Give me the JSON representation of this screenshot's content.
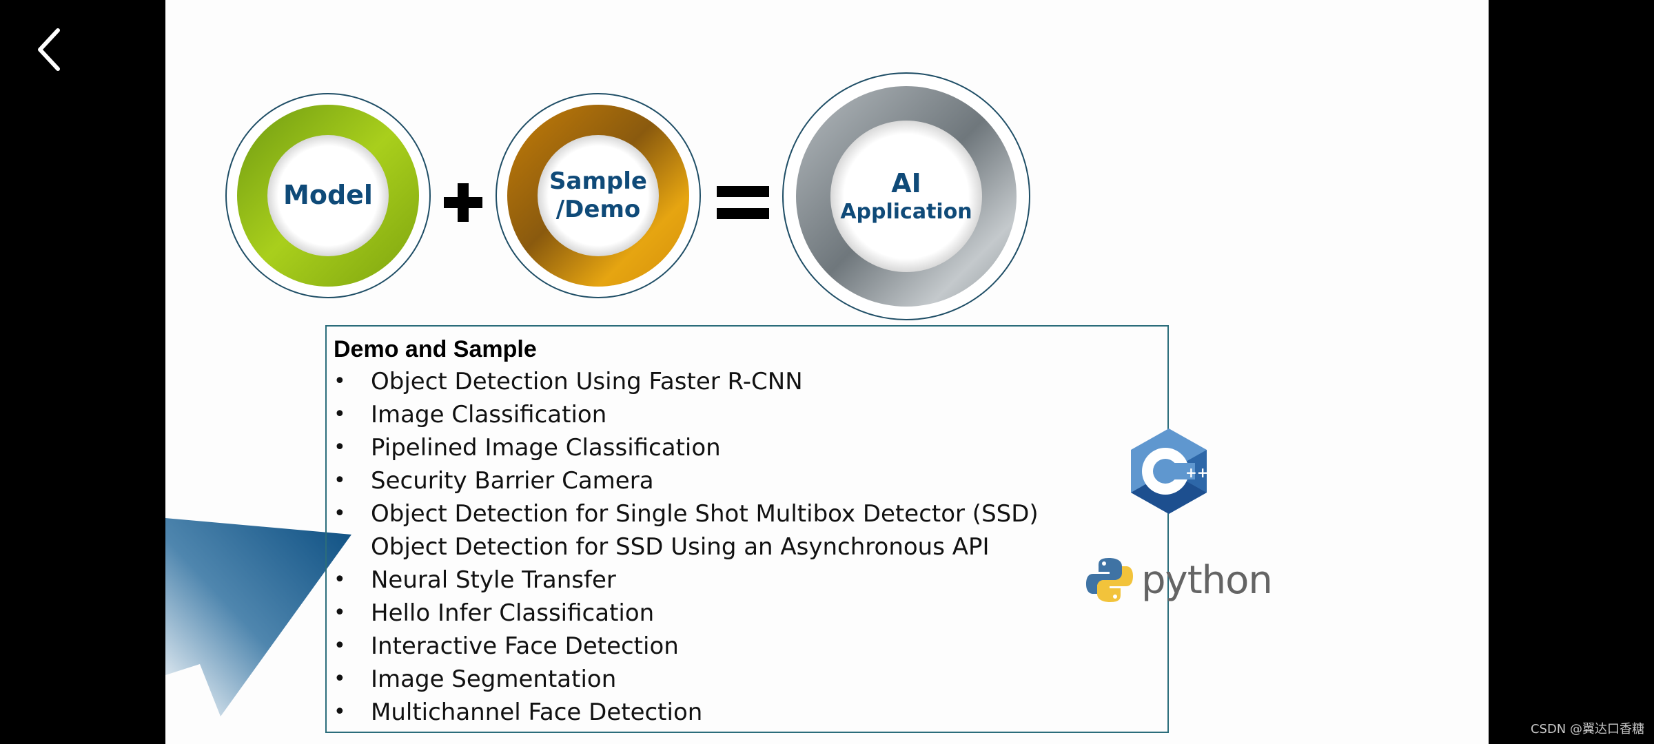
{
  "diagram": {
    "ring_model": {
      "label": "Model"
    },
    "plus_operator": {
      "symbol": "+"
    },
    "ring_sample": {
      "line1": "Sample",
      "line2": "/Demo"
    },
    "equals_operator": {
      "symbol": "="
    },
    "ring_ai": {
      "line1": "AI",
      "line2": "Application"
    }
  },
  "content_box": {
    "title": "Demo and Sample",
    "items": [
      {
        "label": "Object Detection Using Faster R-CNN",
        "bullet": "•"
      },
      {
        "label": "Image Classification",
        "bullet": "•"
      },
      {
        "label": "Pipelined Image Classification",
        "bullet": "•"
      },
      {
        "label": "Security Barrier Camera",
        "bullet": "•"
      },
      {
        "label": "Object Detection for Single Shot Multibox Detector (SSD)",
        "bullet": "•"
      },
      {
        "label": "Object Detection for SSD Using an Asynchronous API",
        "bullet": ""
      },
      {
        "label": "Neural Style Transfer",
        "bullet": "•"
      },
      {
        "label": "Hello Infer Classification",
        "bullet": "•"
      },
      {
        "label": "Interactive Face Detection",
        "bullet": "•"
      },
      {
        "label": "Image Segmentation",
        "bullet": "•"
      },
      {
        "label": "Multichannel Face Detection",
        "bullet": "•"
      }
    ]
  },
  "logos": {
    "cpp": {
      "icon": "cpp-logo-icon"
    },
    "python": {
      "icon": "python-logo-icon",
      "wordmark": "python"
    }
  },
  "watermark": {
    "text": "CSDN @翼达口香糖"
  },
  "colors": {
    "background_outer": "#000000",
    "slide_bg": "#fdfdfd",
    "label_blue": "#0f4a78",
    "box_border": "#2b6d7b",
    "ring_green": "#8cb814",
    "ring_orange": "#e09a10",
    "ring_gray": "#9aa1a6",
    "arrow_blue": "#0d4f82"
  }
}
